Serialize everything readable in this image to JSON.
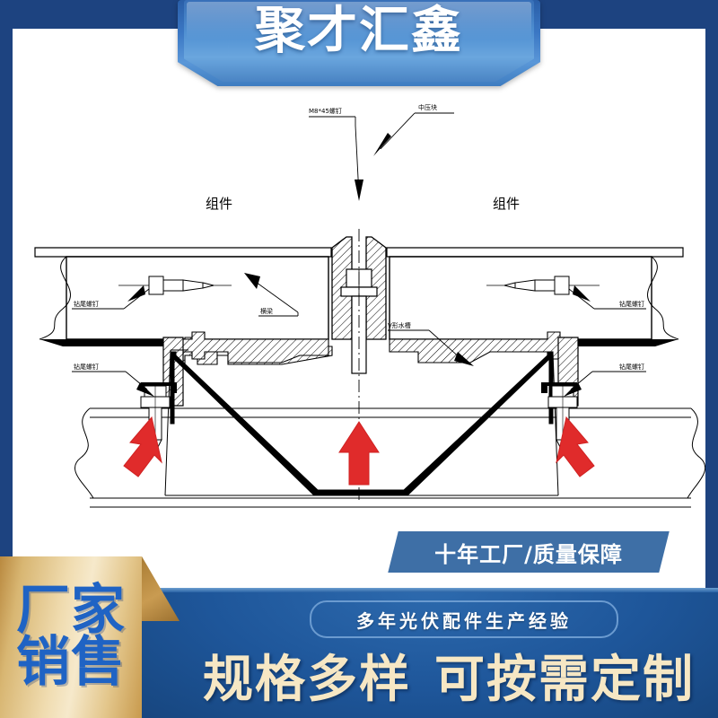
{
  "brand": {
    "ribbon_title": "聚才汇鑫"
  },
  "frame": {
    "border_color": "#1d4380",
    "page_background": "#ffffff"
  },
  "diagram": {
    "type": "technical-cross-section",
    "labels": {
      "screw_m8": "M8*45螺钉",
      "mid_clamp": "中压块",
      "module_left": "组件",
      "module_right": "组件",
      "drill_screw_upper_left": "钻尾螺钉",
      "drill_screw_lower_left": "钻尾螺钉",
      "drill_screw_upper_right": "钻尾螺钉",
      "drill_screw_lower_right": "钻尾螺钉",
      "beam": "横梁",
      "v_gutter": "V形水槽"
    },
    "arrow_color": "#e03131",
    "line_color": "#000000",
    "arrows": [
      {
        "name": "arrow-left",
        "direction": "up-right"
      },
      {
        "name": "arrow-center",
        "direction": "up"
      },
      {
        "name": "arrow-right",
        "direction": "up-left"
      }
    ]
  },
  "promo": {
    "gold_line_1": "厂家",
    "gold_line_2": "销售",
    "gold_text_color": "#1f63c4",
    "tag_label": "十年工厂/质量保障",
    "tag_color": "#3e6fa6",
    "pill_label": "多年光伏配件生产经验",
    "headline_left": "规格多样",
    "headline_right": "可按需定制",
    "headline_color": "#f6e7c4",
    "panel_color": "#1e569a"
  }
}
